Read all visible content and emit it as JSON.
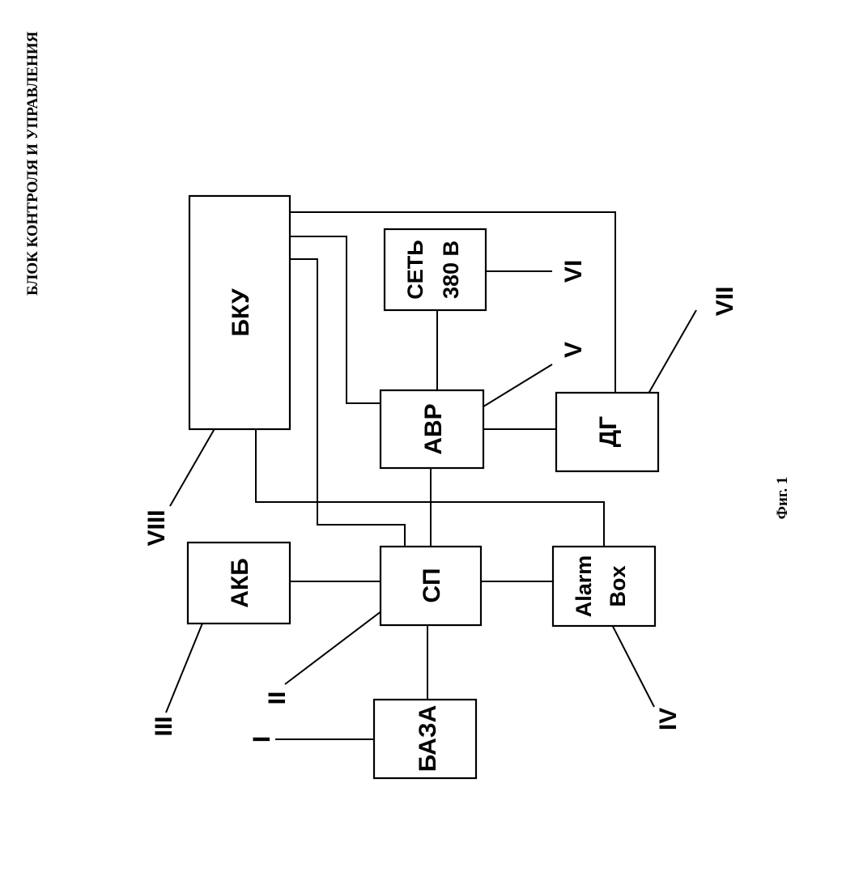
{
  "page_title": "БЛОК КОНТРОЛЯ И УПРАВЛЕНИЯ",
  "figure_caption": "Фиг. 1",
  "blocks": {
    "bku": "БКУ",
    "set_line1": "СЕТЬ",
    "set_line2": "380 В",
    "avr": "АВР",
    "dg": "ДГ",
    "akb": "АКБ",
    "sp": "СП",
    "alarm_line1": "Alarm",
    "alarm_line2": "Box",
    "baza": "БАЗА"
  },
  "numerals": {
    "i": "I",
    "ii": "II",
    "iii": "III",
    "iv": "IV",
    "v": "V",
    "vi": "VI",
    "vii": "VII",
    "viii": "VIII"
  }
}
